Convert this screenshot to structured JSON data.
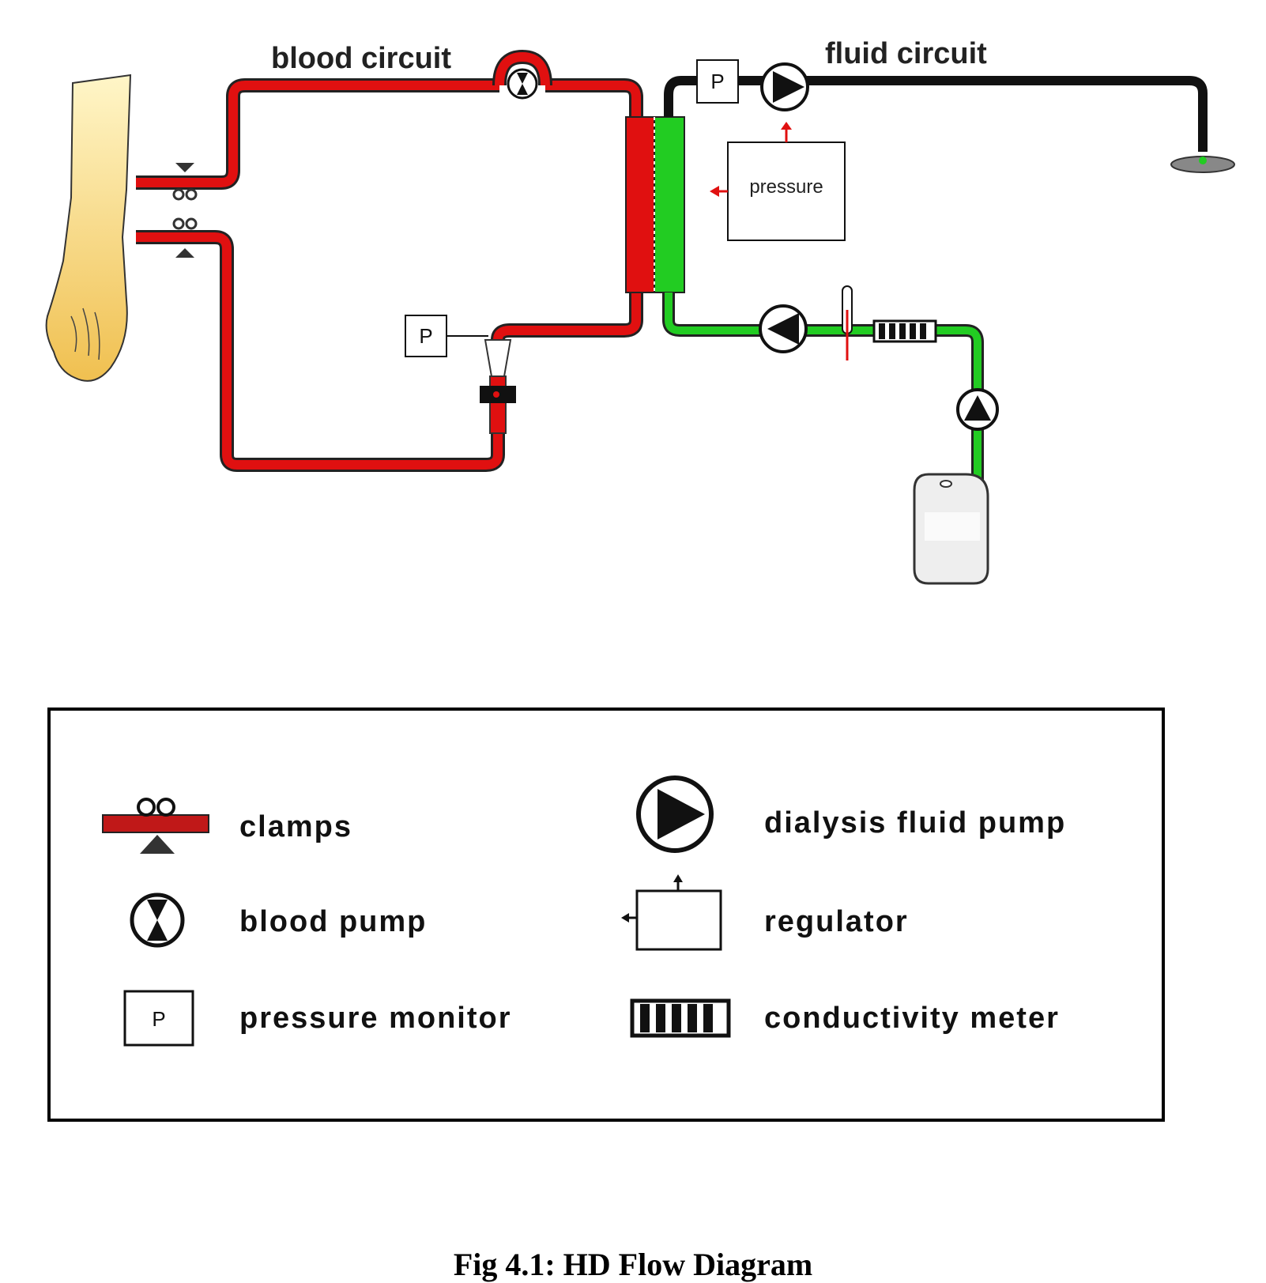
{
  "diagram": {
    "blood_circuit_label": "blood circuit",
    "fluid_circuit_label": "fluid circuit",
    "regulator_label": "pressure",
    "pressure_monitor_letter": "P",
    "colors": {
      "blood": "#e01010",
      "fluid": "#22cc22",
      "fluid_line": "#111111",
      "arm": "#f5d070"
    }
  },
  "legend": {
    "items": [
      {
        "icon": "clamp-icon",
        "label": "clamps"
      },
      {
        "icon": "blood-pump-icon",
        "label": "blood pump"
      },
      {
        "icon": "pressure-monitor-icon",
        "label": "pressure monitor",
        "letter": "P"
      },
      {
        "icon": "dialysis-fluid-pump-icon",
        "label": "dialysis fluid pump"
      },
      {
        "icon": "regulator-icon",
        "label": "regulator"
      },
      {
        "icon": "conductivity-meter-icon",
        "label": "conductivity meter"
      }
    ]
  },
  "caption": "Fig 4.1: HD Flow Diagram"
}
